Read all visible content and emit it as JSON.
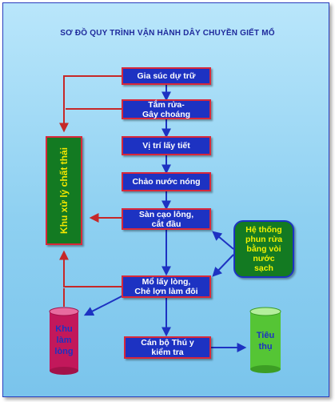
{
  "title": "SƠ ĐỒ QUY TRÌNH VẬN HÀNH DÂY CHUYỀN GIẾT MỔ",
  "steps": [
    {
      "label": "Gia súc dự trữ"
    },
    {
      "label": "Tắm rửa-\nGây choáng"
    },
    {
      "label": "Vị trí lấy tiết"
    },
    {
      "label": "Chảo nước nóng"
    },
    {
      "label": "Sàn cạo lông,\ncắt đầu"
    },
    {
      "label": "Mổ lấy lòng,\nChẻ lợn làm đôi"
    },
    {
      "label": "Cán bộ Thú y\nkiểm tra"
    }
  ],
  "waste_area": "Khu xử lý chất thải",
  "spray_system": "Hệ thống\nphun rửa\nbằng vòi\nnước\nsạch",
  "offal_area": "Khu\nlàm\nlòng",
  "consumption": "Tiêu\nthụ",
  "colors": {
    "node_fill": "#1d32c2",
    "node_border": "#d8283a",
    "waste_fill": "#137a22",
    "waste_text": "#f2e600",
    "offal_cylinder": "#c2185b",
    "consume_cylinder": "#55c535",
    "red_arrow": "#c62828",
    "blue_arrow": "#1d32c2"
  }
}
